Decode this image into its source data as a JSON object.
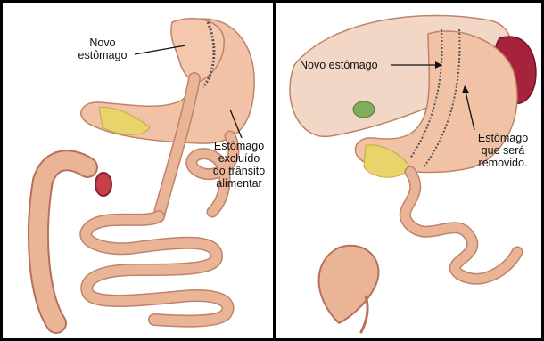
{
  "left_panel": {
    "new_stomach_label": [
      "Novo",
      "estômago"
    ],
    "excluded_stomach_label": [
      "Estômago",
      "excluído",
      "do trânsito",
      "alimentar"
    ]
  },
  "right_panel": {
    "new_stomach_label": [
      "Novo estômago"
    ],
    "removed_stomach_label": [
      "Estômago",
      "que será",
      "removido."
    ]
  },
  "colors": {
    "intestine": "#eab497",
    "intestine_dark": "#b8705a",
    "stomach": "#f1c2a6",
    "liver": "#f3d7c6",
    "fat_yellow": "#e8d46a",
    "spleen": "#a6233b",
    "outline": "#c0836a"
  }
}
